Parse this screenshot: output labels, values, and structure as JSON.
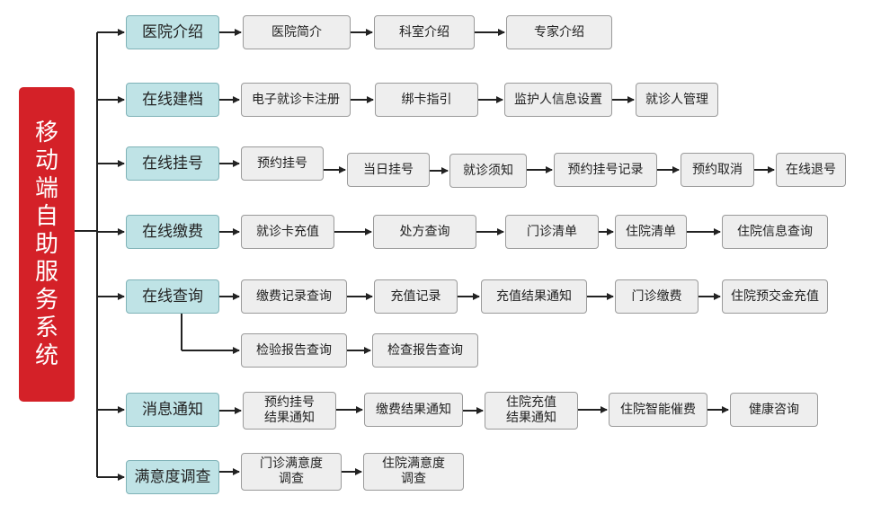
{
  "title": "移动端自助服务系统",
  "categories": [
    {
      "label": "医院介绍",
      "items": [
        "医院简介",
        "科室介绍",
        "专家介绍"
      ]
    },
    {
      "label": "在线建档",
      "items": [
        "电子就诊卡注册",
        "绑卡指引",
        "监护人信息设置",
        "就诊人管理"
      ]
    },
    {
      "label": "在线挂号",
      "items": [
        "预约挂号",
        "当日挂号",
        "就诊须知",
        "预约挂号记录",
        "预约取消",
        "在线退号"
      ]
    },
    {
      "label": "在线缴费",
      "items": [
        "就诊卡充值",
        "处方查询",
        "门诊清单",
        "住院清单",
        "住院信息查询"
      ]
    },
    {
      "label": "在线查询",
      "items": [
        "缴费记录查询",
        "充值记录",
        "充值结果通知",
        "门诊缴费",
        "住院预交金充值"
      ],
      "sub_items": [
        "检验报告查询",
        "检查报告查询"
      ]
    },
    {
      "label": "消息通知",
      "items": [
        "预约挂号\n结果通知",
        "缴费结果通知",
        "住院充值\n结果通知",
        "住院智能催费",
        "健康咨询"
      ]
    },
    {
      "label": "满意度调查",
      "items": [
        "门诊满意度\n调查",
        "住院满意度\n调查"
      ]
    }
  ],
  "colors": {
    "root": "#d42128",
    "category": "#bfe3e6",
    "item": "#eeeeee",
    "line": "#222222"
  }
}
